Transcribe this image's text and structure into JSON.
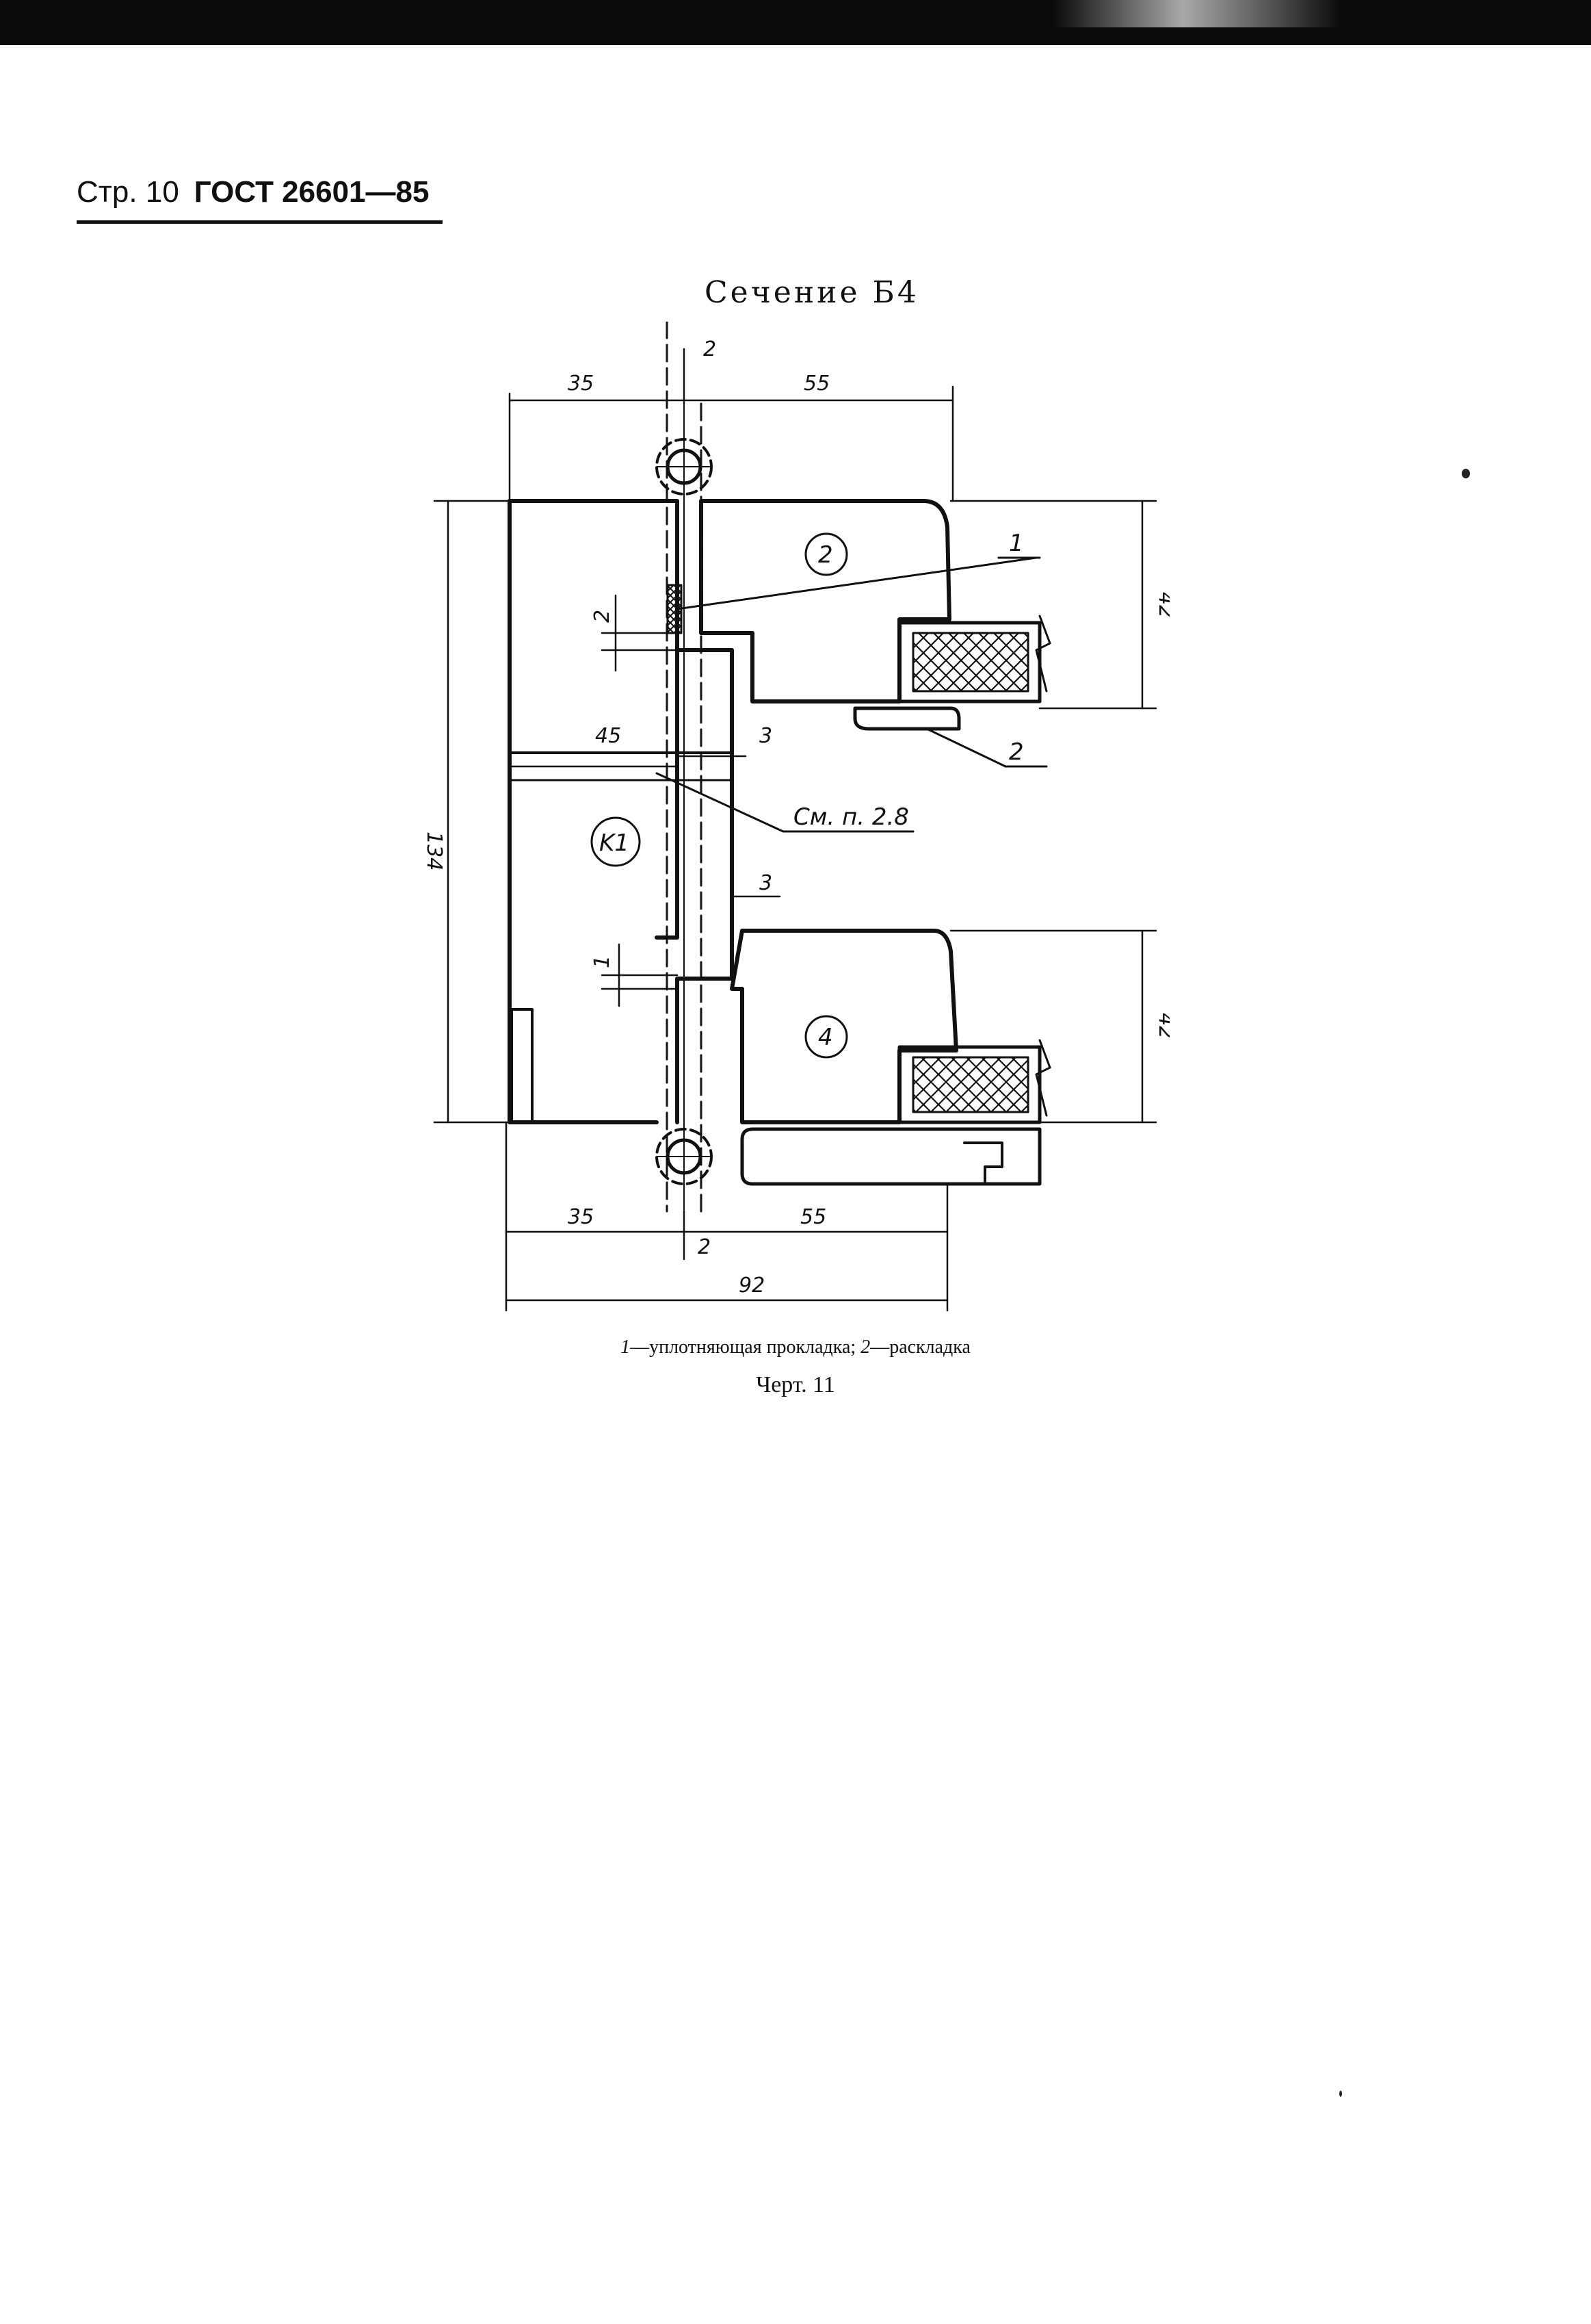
{
  "header": {
    "page_label": "Стр. 10",
    "standard": "ГОСТ 26601—85"
  },
  "section_title": "Сечение Б4",
  "drawing": {
    "dims": {
      "top_left": "35",
      "top_gap": "2",
      "top_right": "55",
      "seal_height": "2",
      "frame_width": "45",
      "top_clearance": "3",
      "mid_clearance": "3",
      "lower_step": "1",
      "total_height": "134",
      "upper_sash_height": "42",
      "lower_sash_height": "42",
      "bottom_left": "35",
      "bottom_gap": "2",
      "bottom_right": "55",
      "overall": "92"
    },
    "refs": {
      "sash_upper": "2",
      "frame": "K1",
      "sash_lower": "4",
      "callout_seal": "1",
      "callout_strip": "2",
      "note": "См. п. 2.8"
    }
  },
  "caption": {
    "num1": "1",
    "text1": "—уплотняющая прокладка; ",
    "num2": "2",
    "text2": "—раскладка"
  },
  "figure_label": "Черт. 11"
}
